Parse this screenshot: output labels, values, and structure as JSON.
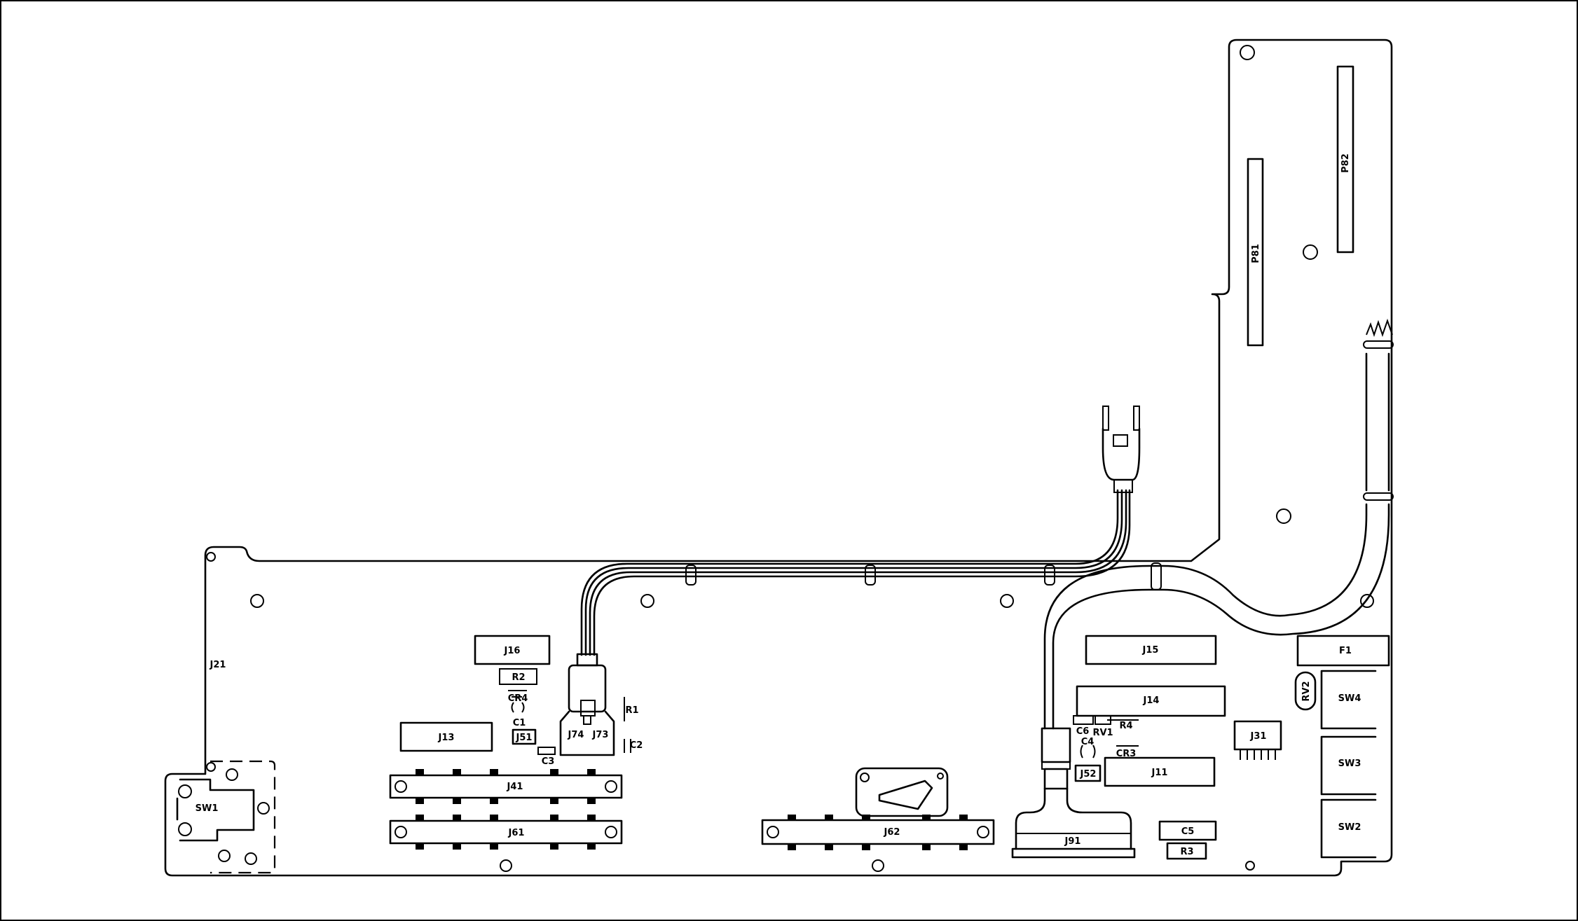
{
  "labels": {
    "J21": "J21",
    "SW1": "SW1",
    "J16": "J16",
    "R2": "R2",
    "CR4": "CR4",
    "C1": "C1",
    "J51": "J51",
    "J13": "J13",
    "C3": "C3",
    "J74": "J74",
    "J73": "J73",
    "R1": "R1",
    "C2": "C2",
    "J41": "J41",
    "J61": "J61",
    "J62": "J62",
    "J15": "J15",
    "J14": "J14",
    "C6": "C6",
    "RV1": "RV1",
    "R4": "R4",
    "C4": "C4",
    "CR3": "CR3",
    "J52": "J52",
    "J11": "J11",
    "J91": "J91",
    "C5": "C5",
    "R3": "R3",
    "J31": "J31",
    "F1": "F1",
    "RV2": "RV2",
    "SW4": "SW4",
    "SW3": "SW3",
    "SW2": "SW2",
    "P81": "P81",
    "P82": "P82"
  }
}
